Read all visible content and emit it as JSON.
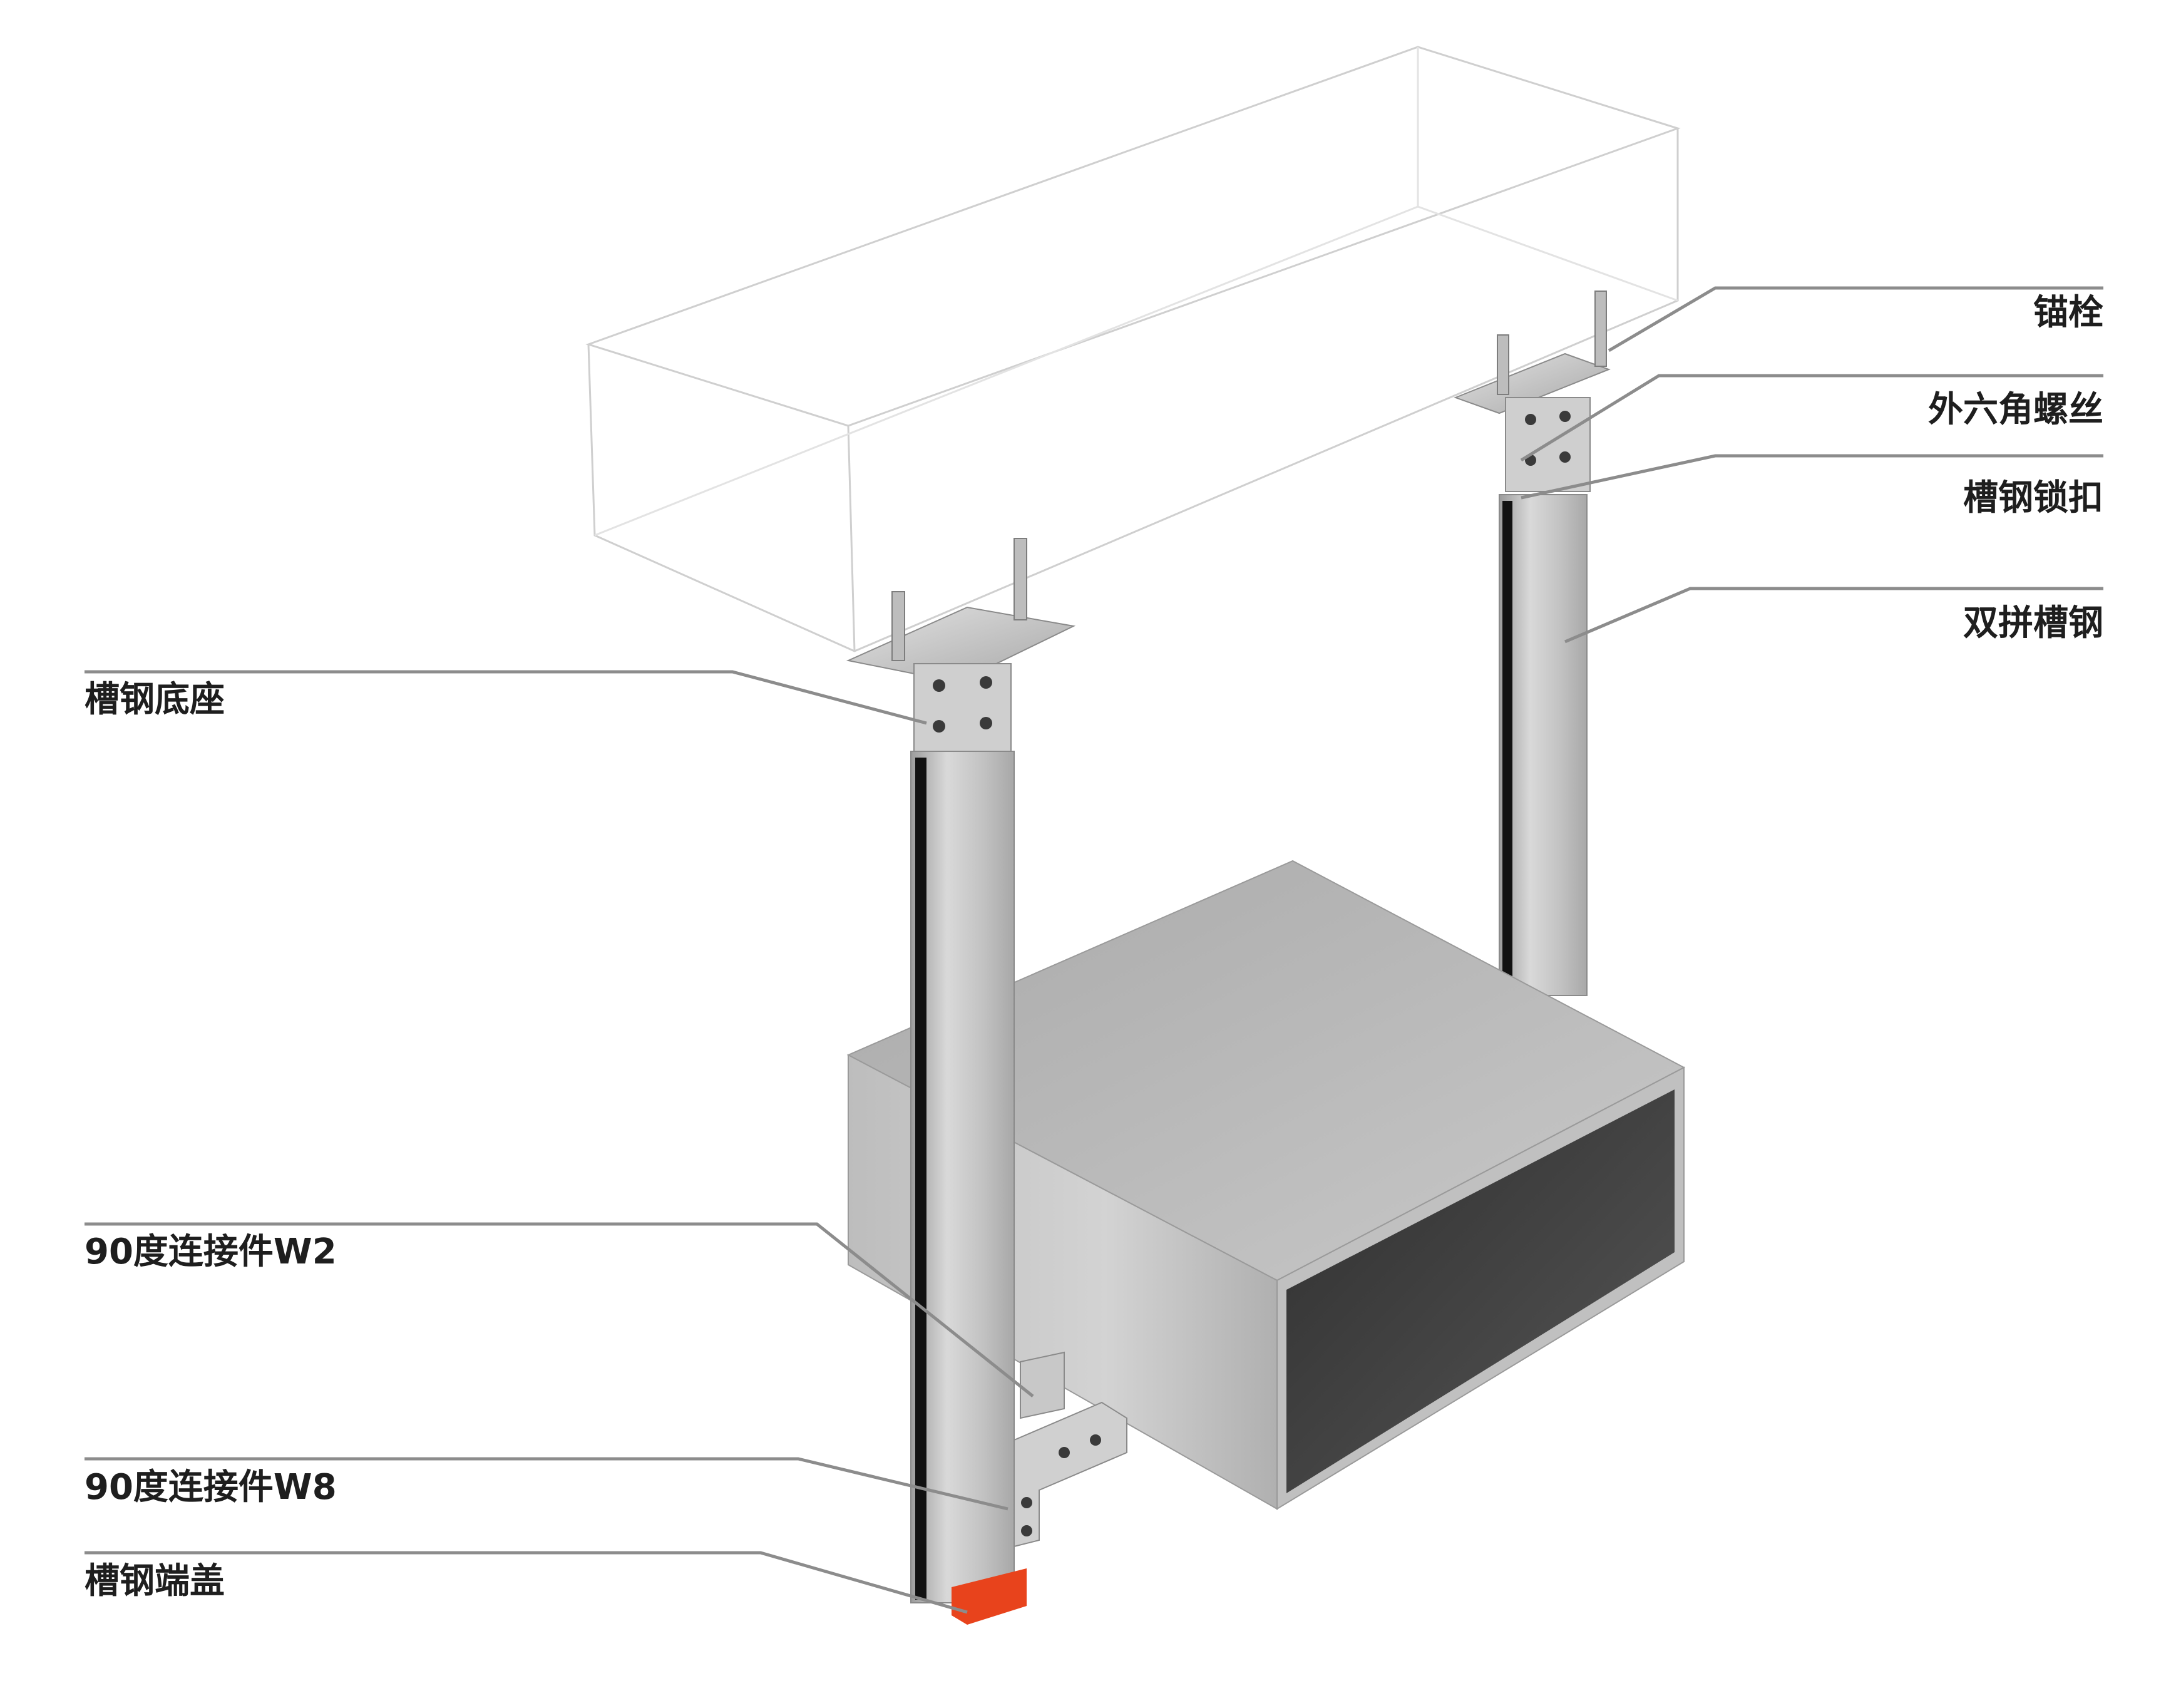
{
  "labels": {
    "anchor_bolt": "锚栓",
    "hex_bolt": "外六角螺丝",
    "channel_lock": "槽钢锁扣",
    "double_channel": "双拼槽钢",
    "channel_base": "槽钢底座",
    "connector_w2": "90度连接件W2",
    "connector_w8": "90度连接件W8",
    "end_cap": "槽钢端盖"
  },
  "colors": {
    "background": "#ffffff",
    "leader_line": "#8c8c8c",
    "text": "#1e1e1e",
    "steel_light": "#d4d4d4",
    "steel_mid": "#b5b5b5",
    "steel_dark": "#8f8f8f",
    "channel_slot": "#111111",
    "duct_top": "#b9b9b9",
    "duct_front": "#cdcdcd",
    "duct_inside": "#3e3e3e",
    "end_cap": "#e8431c",
    "ceiling_outline": "#cfcfcf"
  }
}
